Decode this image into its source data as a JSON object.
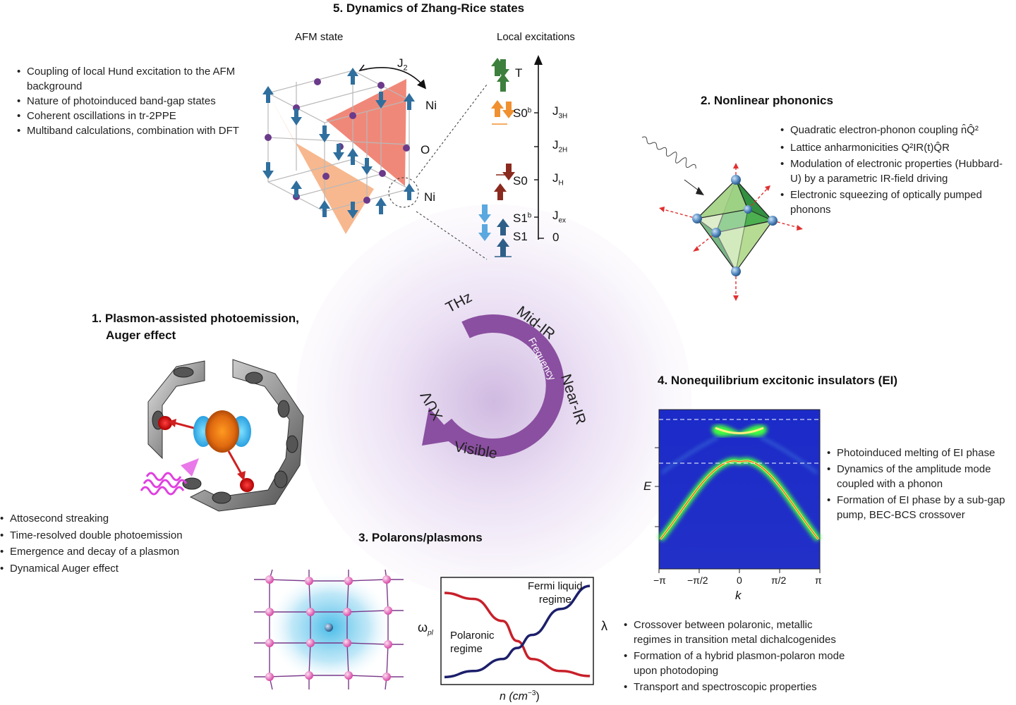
{
  "colors": {
    "purple": "#8a4fa0",
    "orange": "#f4a06a",
    "salmon": "#ec6a58",
    "green": "#3aa64a",
    "blue_arrow": "#2f6f9e",
    "heatmap_bg": "#2230c8"
  },
  "sec5": {
    "title": "5. Dynamics of Zhang-Rice states",
    "afm_label": "AFM state",
    "local_label": "Local excitations",
    "j2": "J",
    "j2_sub": "2",
    "ni_top": "Ni",
    "o": "O",
    "ni_bottom": "Ni",
    "bullets": [
      "Coupling of local Hund excitation to the AFM background",
      "Nature of photoinduced band-gap states",
      "Coherent oscillations in tr-2PPE",
      "Multiband calculations, combination with DFT"
    ],
    "levels": {
      "t": "T",
      "s0b": "S0",
      "s0b_sup": "b",
      "s0": "S0",
      "s1b": "S1",
      "s1b_sup": "b",
      "s1": "S1"
    },
    "axis": {
      "j3h": "J",
      "j3h_sub": "3H",
      "j2h": "J",
      "j2h_sub": "2H",
      "jh": "J",
      "jh_sub": "H",
      "jex": "J",
      "jex_sub": "ex",
      "zero": "0"
    }
  },
  "sec2": {
    "title": "2. Nonlinear phononics",
    "bullets": [
      "Quadratic electron-phonon coupling n̂Q̂²",
      "Lattice anharmonicities Q²IR(t)Q̂R",
      "Modulation of electronic properties (Hubbard-U) by a parametric IR-field driving",
      "Electronic squeezing of optically pumped phonons"
    ]
  },
  "sec1": {
    "title_line1": "1. Plasmon-assisted photoemission,",
    "title_line2": "Auger effect",
    "bullets": [
      "Attosecond streaking",
      "Time-resolved double photoemission",
      "Emergence and decay of a plasmon",
      "Dynamical Auger effect"
    ]
  },
  "center": {
    "thz": "THz",
    "midir": "Mid-IR",
    "nearir": "Near-IR",
    "visible": "Visible",
    "xuv": "XUV",
    "frequency": "Frequency"
  },
  "sec4": {
    "title": "4. Nonequilibrium excitonic insulators (EI)",
    "ylabel": "E",
    "xlabel": "k",
    "xticks": [
      "−π",
      "−π/2",
      "0",
      "π/2",
      "π"
    ],
    "bullets": [
      "Photoinduced melting of EI phase",
      "Dynamics of the amplitude mode coupled with a phonon",
      "Formation of EI phase by a sub-gap pump, BEC-BCS crossover"
    ]
  },
  "sec3": {
    "title": "3. Polarons/plasmons",
    "ylabel_left": "ω",
    "ylabel_left_sub": "pl",
    "ylabel_right": "λ",
    "xlabel": "n (cm",
    "xlabel_sup": "−3",
    "xlabel_close": ")",
    "polaronic_line1": "Polaronic",
    "polaronic_line2": "regime",
    "fermi_line1": "Fermi liquid",
    "fermi_line2": "regime",
    "bullets": [
      "Crossover between polaronic, metallic regimes in transition metal dichalcogenides",
      "Formation of a hybrid plasmon-polaron mode upon photodoping",
      "Transport and spectroscopic properties"
    ]
  },
  "chart_data": {
    "type": "line",
    "xlabel": "n (cm−3)",
    "ylabel": "ωpl",
    "ylabel_right": "λ",
    "series": [
      {
        "name": "",
        "color": "#c8202a",
        "x": [
          0,
          0.2,
          0.4,
          0.5,
          0.6,
          0.8,
          1.0
        ],
        "values": [
          0.88,
          0.82,
          0.6,
          0.4,
          0.22,
          0.1,
          0.05
        ]
      },
      {
        "name": "",
        "color": "#1c1f6b",
        "x": [
          0,
          0.2,
          0.4,
          0.5,
          0.6,
          0.8,
          1.0
        ],
        "values": [
          0.04,
          0.1,
          0.22,
          0.33,
          0.46,
          0.72,
          0.95
        ]
      }
    ],
    "annotations": [
      "Polaronic regime",
      "Fermi liquid regime"
    ]
  }
}
